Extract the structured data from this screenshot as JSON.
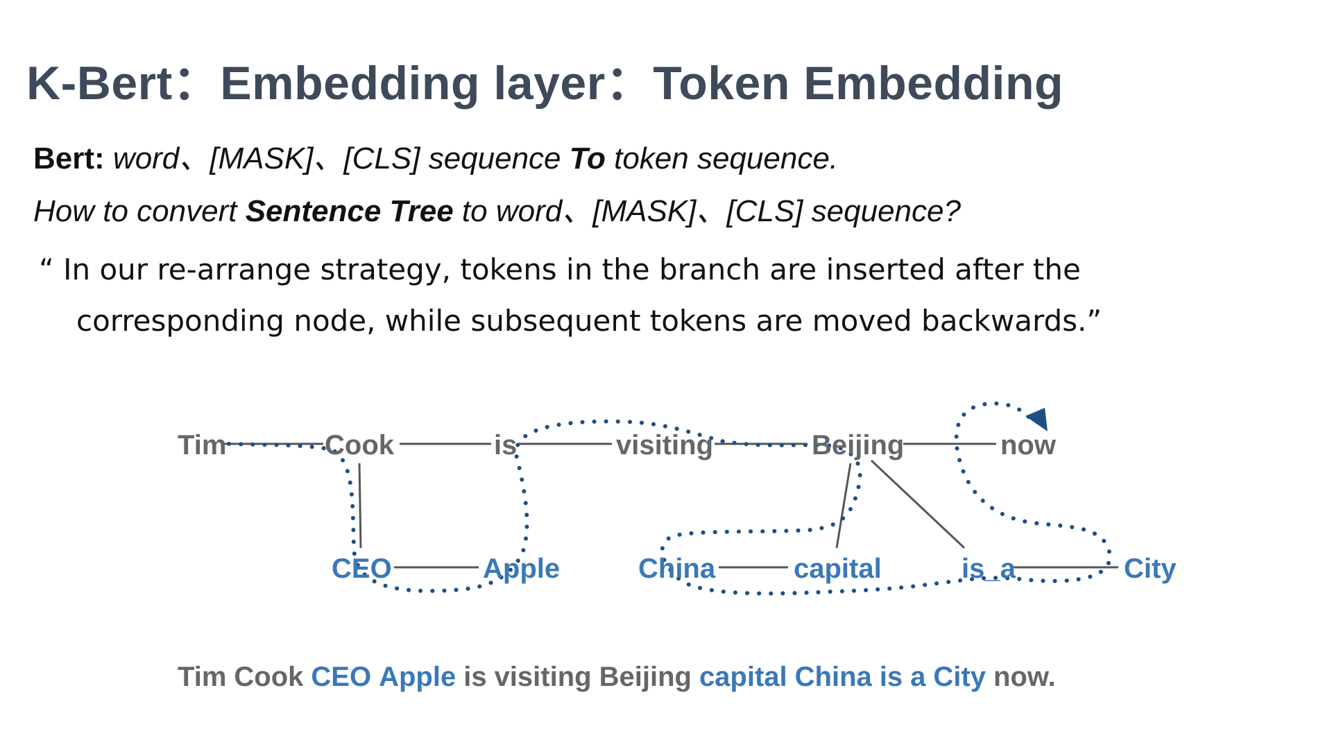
{
  "title": "K-Bert：Embedding layer：Token Embedding",
  "line1": {
    "bold_lead": "Bert:",
    "text_a": " word、[MASK]、[CLS] sequence ",
    "bold_mid": "To",
    "text_b": " token sequence."
  },
  "line2": {
    "text_a": "How to convert ",
    "bold_mid": "Sentence Tree",
    "text_b": " to word、[MASK]、[CLS] sequence?"
  },
  "quote": {
    "line_a": "“ In our re-arrange strategy, tokens in the branch are inserted after the",
    "line_b": "corresponding node, while subsequent tokens are moved backwards.”"
  },
  "tree": {
    "main_nodes": [
      "Tim",
      "Cook",
      "is",
      "visiting",
      "Beijing",
      "now"
    ],
    "branch_nodes": [
      "CEO",
      "Apple",
      "China",
      "capital",
      "is_a",
      "City"
    ]
  },
  "result_sentence": [
    {
      "text": "Tim",
      "kind": "main"
    },
    {
      "text": "Cook",
      "kind": "main"
    },
    {
      "text": "CEO",
      "kind": "branch"
    },
    {
      "text": "Apple",
      "kind": "branch"
    },
    {
      "text": "is",
      "kind": "main"
    },
    {
      "text": "visiting",
      "kind": "main"
    },
    {
      "text": "Beijing",
      "kind": "main"
    },
    {
      "text": "capital",
      "kind": "branch"
    },
    {
      "text": "China",
      "kind": "branch"
    },
    {
      "text": "is",
      "kind": "branch"
    },
    {
      "text": "a",
      "kind": "branch"
    },
    {
      "text": "City",
      "kind": "branch"
    },
    {
      "text": "now.",
      "kind": "main"
    }
  ],
  "colors": {
    "title": "#3e4a59",
    "main_token": "#666666",
    "branch_token": "#3a78b8",
    "path_dots": "#1f4e85",
    "edge": "#555555"
  }
}
